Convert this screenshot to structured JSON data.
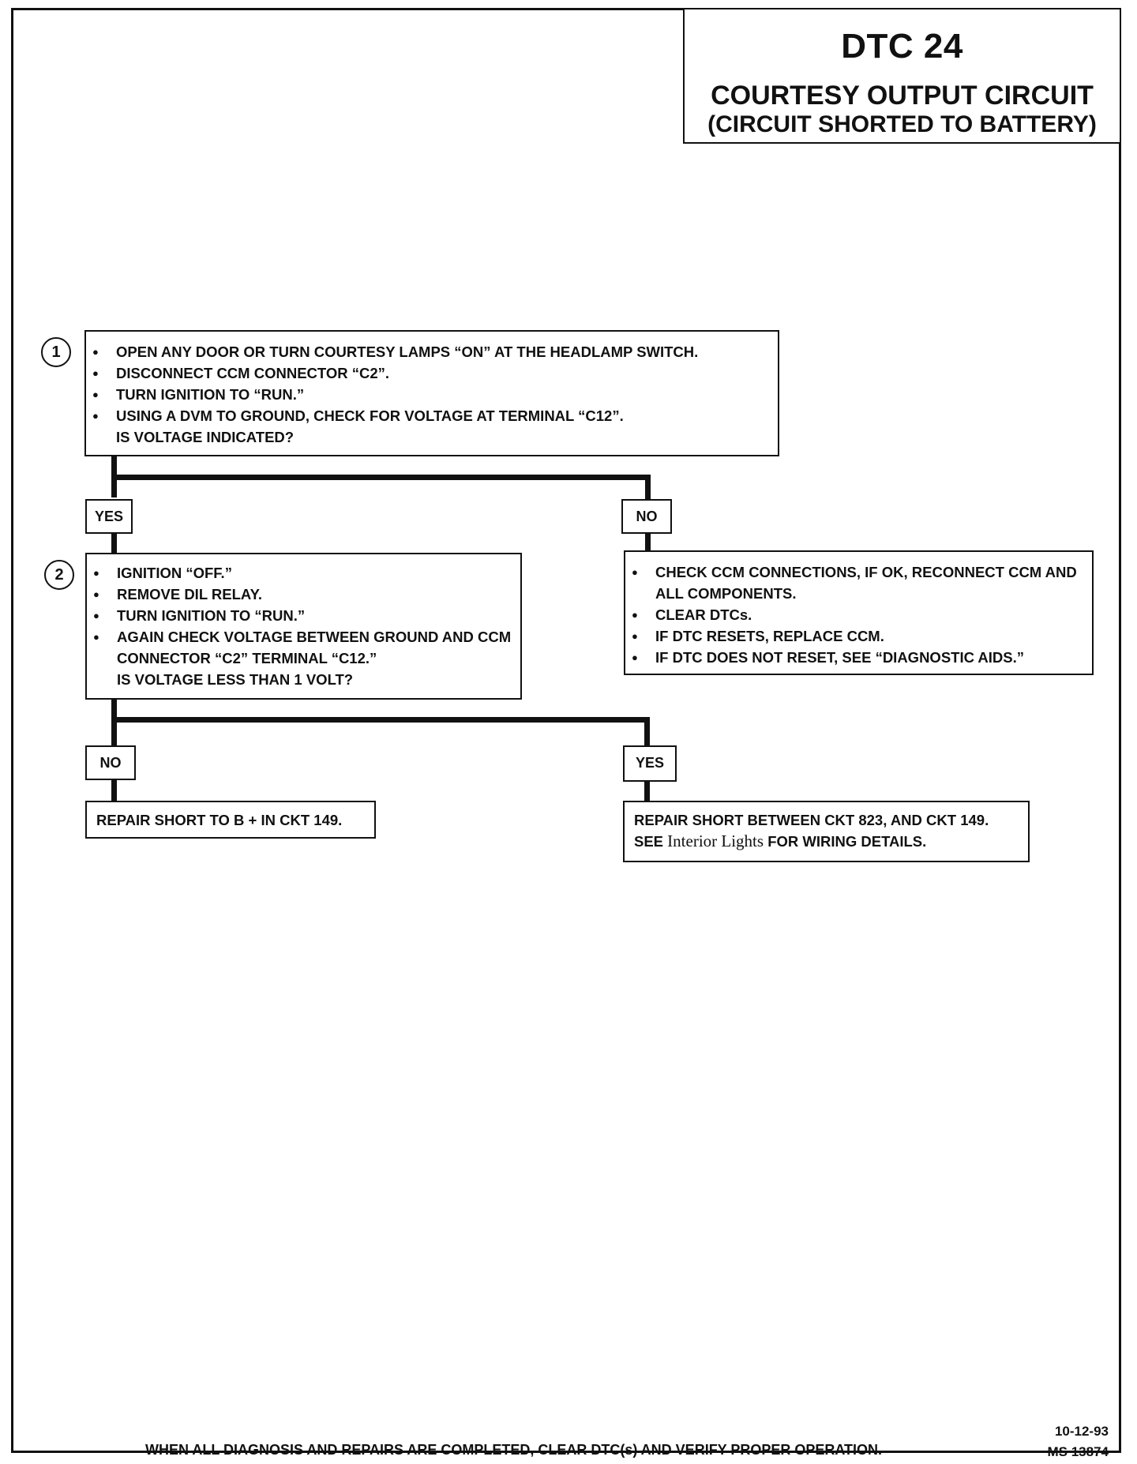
{
  "header": {
    "code": "DTC 24",
    "title": "COURTESY OUTPUT CIRCUIT",
    "subtitle": "(CIRCUIT SHORTED TO BATTERY)"
  },
  "step1": {
    "number": "1",
    "bullets": [
      "OPEN ANY DOOR OR TURN COURTESY LAMPS “ON” AT THE HEADLAMP SWITCH.",
      "DISCONNECT CCM CONNECTOR “C2”.",
      "TURN IGNITION TO “RUN.”",
      "USING A DVM TO GROUND, CHECK FOR VOLTAGE AT TERMINAL “C12”."
    ],
    "question": "IS VOLTAGE INDICATED?"
  },
  "branch1": {
    "yes_label": "YES",
    "no_label": "NO"
  },
  "step2": {
    "number": "2",
    "bullets": [
      "IGNITION “OFF.”",
      "REMOVE DIL RELAY.",
      "TURN IGNITION TO “RUN.”",
      "AGAIN CHECK VOLTAGE BETWEEN GROUND AND CCM CONNECTOR “C2” TERMINAL “C12.”"
    ],
    "question": "IS VOLTAGE LESS THAN 1 VOLT?"
  },
  "no_result1": {
    "bullets": [
      "CHECK CCM CONNECTIONS, IF OK, RECONNECT CCM AND ALL COMPONENTS.",
      "CLEAR DTCs.",
      "IF DTC RESETS, REPLACE CCM.",
      "IF DTC DOES NOT RESET, SEE “DIAGNOSTIC AIDS.”"
    ]
  },
  "branch2": {
    "no_label": "NO",
    "yes_label": "YES"
  },
  "no_result2": {
    "text": "REPAIR SHORT TO B + IN CKT 149."
  },
  "yes_result2": {
    "line1": "REPAIR SHORT BETWEEN CKT 823, AND CKT 149.",
    "see": "SEE",
    "reference": "Interior Lights",
    "tail": "FOR WIRING DETAILS."
  },
  "footer": {
    "note": "WHEN ALL DIAGNOSIS AND REPAIRS ARE COMPLETED, CLEAR DTC(s) AND VERIFY PROPER OPERATION.",
    "date": "10-12-93",
    "ref": "MS 13874"
  }
}
